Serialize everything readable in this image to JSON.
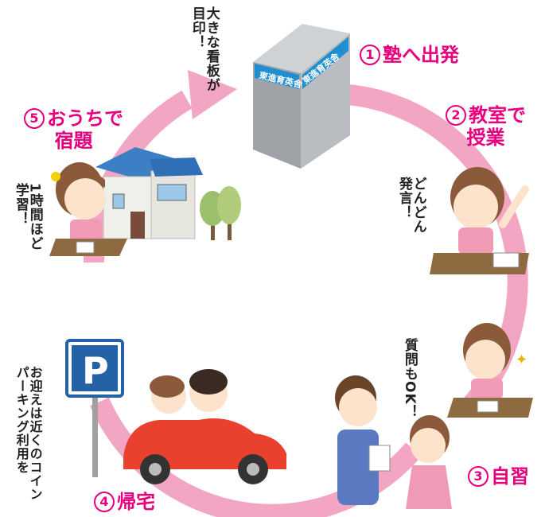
{
  "steps": [
    {
      "num": "1",
      "title": "塾へ出発"
    },
    {
      "num": "2",
      "title": "教室で授業"
    },
    {
      "num": "3",
      "title": "自習"
    },
    {
      "num": "4",
      "title": "帰宅"
    },
    {
      "num": "5",
      "title": "おうちで宿題"
    }
  ],
  "steps_display": {
    "s1": "塾へ出発",
    "s2_line1": "教室で",
    "s2_line2": "授業",
    "s3": "自習",
    "s4": "帰宅",
    "s5_line1": "おうちで",
    "s5_line2": "宿題"
  },
  "building_sign": "東進育英舎",
  "notes": {
    "signboard": "大きな看板が目印！",
    "speak_up": "どんどん発言！",
    "questions": "質問もOK！",
    "parking": "お迎えは近くのコインパーキング利用を",
    "homework": "1時間ほど学習！"
  },
  "parking_sign": "P",
  "colors": {
    "accent": "#e6007e",
    "cycle_arrow": "#f3a6c3",
    "building": "#b9bcc0",
    "sign_bg": "#1f8fd0",
    "car": "#e9412d",
    "parking_sign": "#2462a8"
  }
}
